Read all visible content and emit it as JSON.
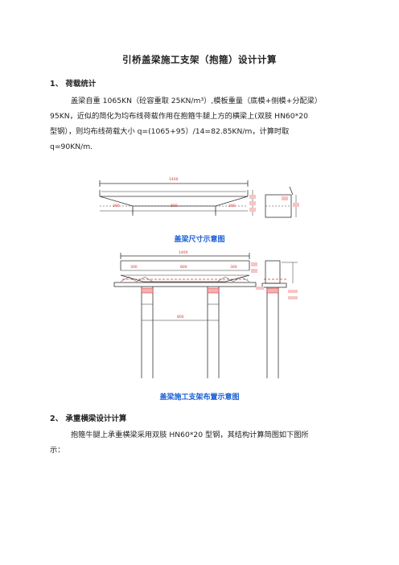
{
  "doc": {
    "title": "引桥盖梁施工支架（抱箍）设计计算",
    "section1": {
      "heading": "1、 荷载统计",
      "lines": [
        "盖梁自重 1065KN（砼容重取 25KN/m³）,模板重量（底模+侧模+分配梁）",
        "95KN，近似的简化为均布线荷载作用在抱箍牛腿上方的横梁上(双肢 HN60*20",
        "型钢），则均布线荷载大小 q=(1065+95）/14=82.85KN/m，计算时取",
        "q=90KN/m."
      ]
    },
    "figure1": {
      "caption": "盖梁尺寸示意图",
      "labels": {
        "top": "1400",
        "left": "300",
        "mid": "800",
        "right": "300"
      }
    },
    "figure2": {
      "caption": "盖梁施工支架布置示意图",
      "labels": {
        "top": "1400",
        "seg_a": "300",
        "seg_b": "800",
        "seg_c": "300",
        "bottom": "800"
      }
    },
    "section2": {
      "heading": "2、 承重横梁设计计算",
      "lines": [
        "抱箍牛腿上承重横梁采用双肢 HN60*20 型钢，其结构计算简图如下图所",
        "示："
      ]
    }
  }
}
